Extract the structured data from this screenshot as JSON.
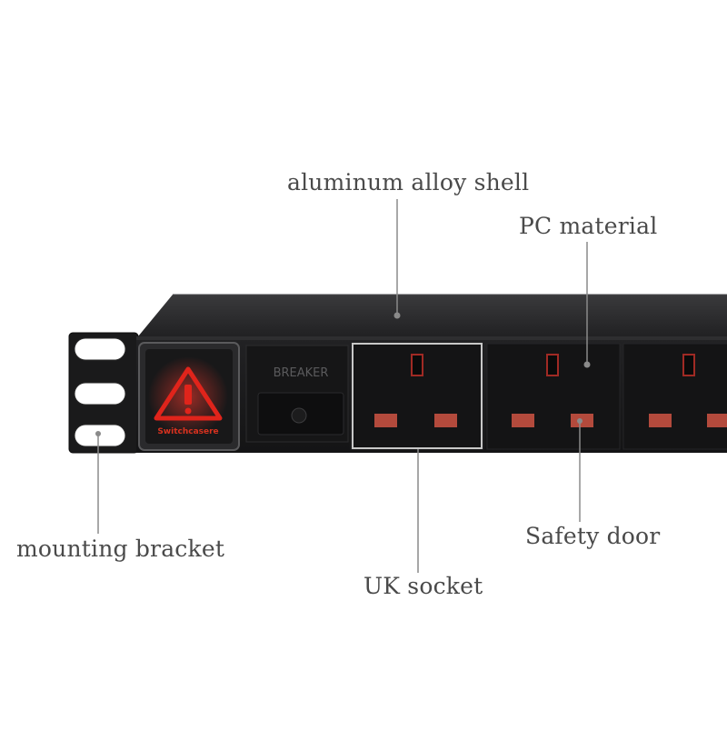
{
  "labels": {
    "aluminum_shell": "aluminum alloy shell",
    "pc_material": "PC material",
    "mounting_bracket": "mounting bracket",
    "uk_socket": "UK socket",
    "safety_door": "Safety door"
  },
  "panel_text": {
    "breaker": "BREAKER",
    "switch": "Switchcasere"
  },
  "colors": {
    "body": "#1d1d1f",
    "top_face": "#2c2c2e",
    "switch_red": "#e0241b",
    "pin_red": "#b34a3c",
    "callout_line": "#8a8a8a",
    "label_text": "#4a4a4a"
  }
}
